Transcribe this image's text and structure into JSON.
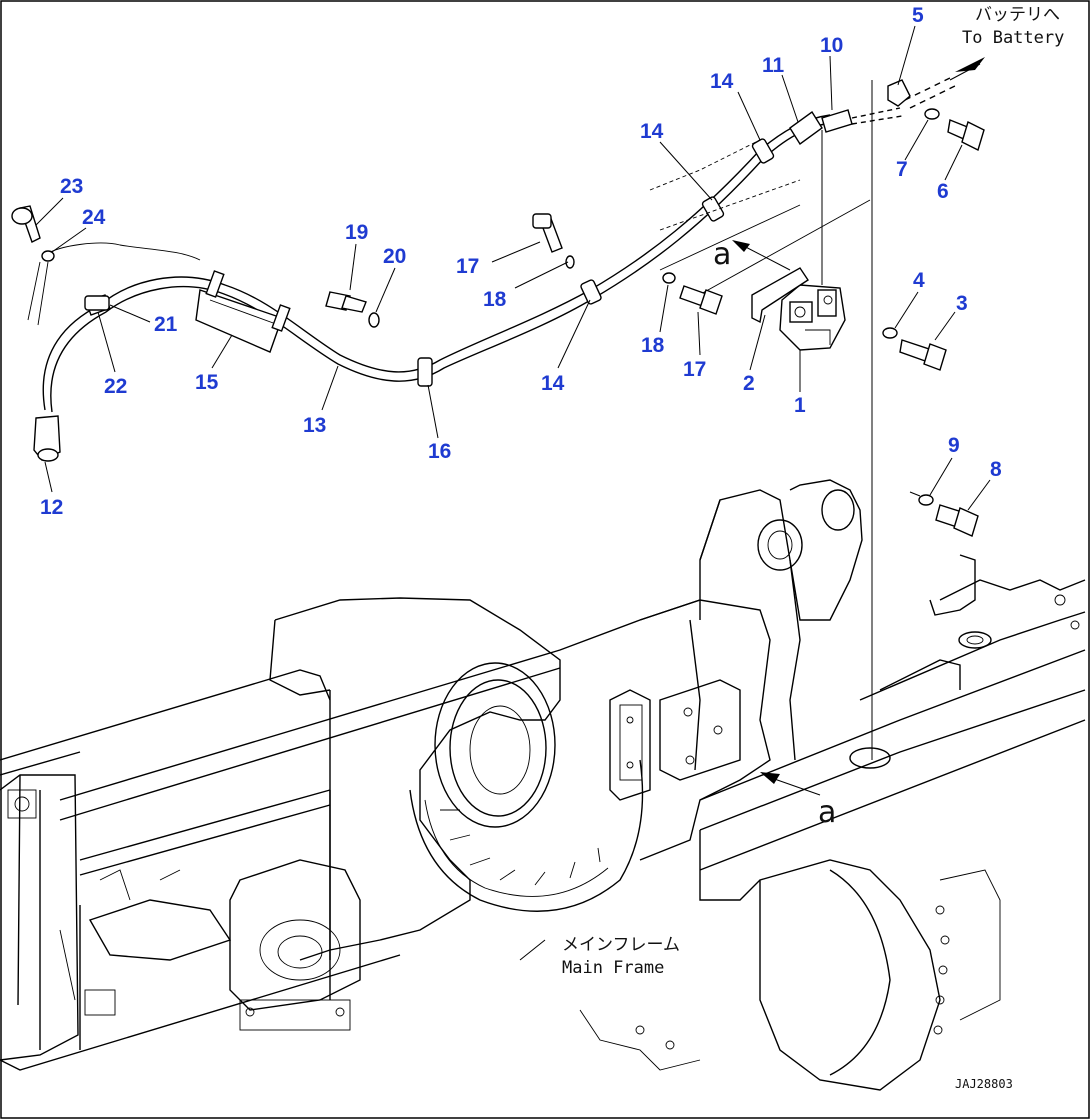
{
  "notes": {
    "battery_jp": "バッテリへ",
    "battery_en": "To Battery",
    "frame_jp": "メインフレーム",
    "frame_en": "Main Frame",
    "view_arrow_upper": "a",
    "view_arrow_lower": "a",
    "drawing_code": "JAJ28803"
  },
  "callouts": [
    {
      "id": "c1",
      "label": "1"
    },
    {
      "id": "c2",
      "label": "2"
    },
    {
      "id": "c3",
      "label": "3"
    },
    {
      "id": "c4",
      "label": "4"
    },
    {
      "id": "c5",
      "label": "5"
    },
    {
      "id": "c6",
      "label": "6"
    },
    {
      "id": "c7",
      "label": "7"
    },
    {
      "id": "c8",
      "label": "8"
    },
    {
      "id": "c9",
      "label": "9"
    },
    {
      "id": "c10",
      "label": "10"
    },
    {
      "id": "c11",
      "label": "11"
    },
    {
      "id": "c12",
      "label": "12"
    },
    {
      "id": "c13",
      "label": "13"
    },
    {
      "id": "c14a",
      "label": "14"
    },
    {
      "id": "c14b",
      "label": "14"
    },
    {
      "id": "c14c",
      "label": "14"
    },
    {
      "id": "c15",
      "label": "15"
    },
    {
      "id": "c16",
      "label": "16"
    },
    {
      "id": "c17a",
      "label": "17"
    },
    {
      "id": "c17b",
      "label": "17"
    },
    {
      "id": "c18a",
      "label": "18"
    },
    {
      "id": "c18b",
      "label": "18"
    },
    {
      "id": "c19",
      "label": "19"
    },
    {
      "id": "c20",
      "label": "20"
    },
    {
      "id": "c21",
      "label": "21"
    },
    {
      "id": "c22",
      "label": "22"
    },
    {
      "id": "c23",
      "label": "23"
    },
    {
      "id": "c24",
      "label": "24"
    }
  ],
  "colors": {
    "callout": "#1f3bd1",
    "line": "#000000",
    "background": "#ffffff"
  }
}
